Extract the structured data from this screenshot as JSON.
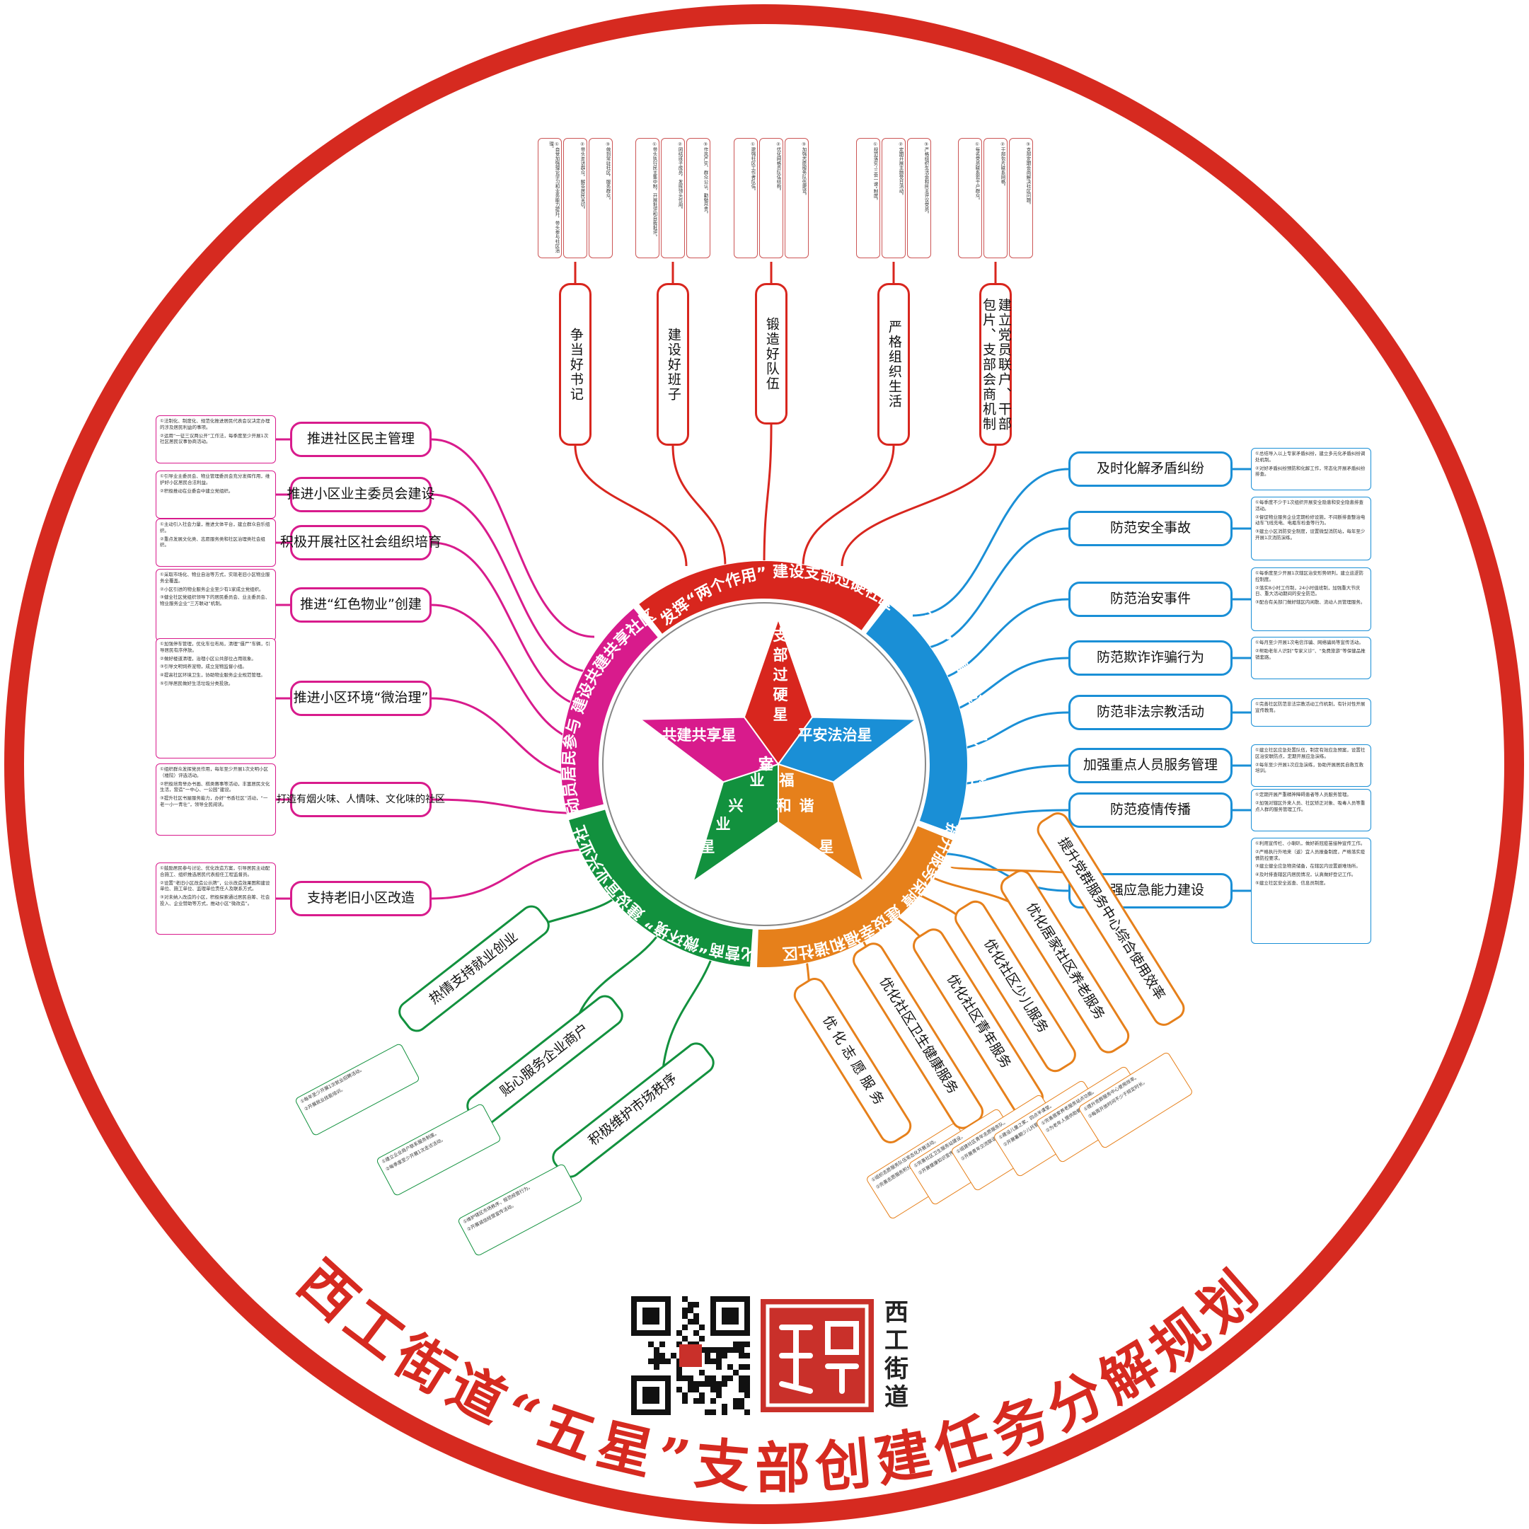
{
  "title": "西工街道“五星”支部创建任务分解规划",
  "colors": {
    "ring": "#d62a20",
    "red": "#d8261e",
    "blue": "#1a8fd6",
    "orange": "#e6801b",
    "green": "#12913e",
    "magenta": "#d81b8c"
  },
  "stars": {
    "top": "支部过硬星",
    "right": "平安法治星",
    "bottom_right": "幸福和谐星",
    "bottom_left": "宜业兴业星",
    "left": "共建共享星"
  },
  "branches": {
    "red": {
      "label": "发挥“两个作用”  建设支部过硬社区",
      "leaves": [
        "争当好书记",
        "建设好班子",
        "锻造好队伍",
        "严格组织生活",
        "建立党员联户、干部包片、支部会商机制"
      ]
    },
    "blue": {
      "label": "深化“三零”创建  建设平安法治社区",
      "leaves": [
        "及时化解矛盾纠纷",
        "防范安全事故",
        "防范治安事件",
        "防范欺诈诈骗行为",
        "防范非法宗教活动",
        "加强重点人员服务管理",
        "防范疫情传播",
        "加强应急能力建设"
      ]
    },
    "orange": {
      "label": "提升服务保障  建设幸福和谐社区",
      "leaves": [
        "优 化 志 愿 服 务",
        "优化社区卫生健康服务",
        "优化社区青年服务",
        "优化社区少儿服务",
        "优化居家社区养老服务",
        "提升党群服务中心综合使用效率"
      ]
    },
    "green": {
      "label": "优化营商“微环境”  建设宜业兴业社区",
      "leaves": [
        "热情支持就业创业",
        "贴心服务企业商户",
        "积极维护市场秩序"
      ]
    },
    "magenta": {
      "label": "动员居民参与  建设共建共享社区",
      "leaves": [
        "推进社区民主管理",
        "推进小区业主委员会建设",
        "积极开展社区社会组织培育",
        "推进“红色物业”创建",
        "推进小区环境“微治理”",
        "打造有烟火味、人情味、文化味的社区",
        "支持老旧小区改造"
      ]
    }
  },
  "notes": {
    "blue": [
      [
        "①总结导入以上专家矛盾纠纷，建立多元化矛盾纠纷调处机制。",
        "②对好矛盾纠纷预防和化解工作，常态化开展矛盾纠纷排查。"
      ],
      [
        "①每季度不少于1次组织开展安全隐患和安全隐患排查活动。",
        "②督促物业服务企业定期检修设施，不间断排查整治电动车飞线充电、电瓶车检查等行为。",
        "③建立小区消防安全制度，设置微型消防站，每年至少开展1次消防演练。"
      ],
      [
        "①每季度至少开展1次辖区治安形势研判，建立巡逻防控制度。",
        "②落实8小时工作制，24小时值班制，加强重大节庆日、重大活动期间的安全防范。",
        "③配合有关部门做好辖区内闲散、流动人员管理服务。"
      ],
      [
        "①每月至少开展1次电信诈骗、网络骗局等宣传活动。",
        "②帮助老年人识别“专家义诊”、“免费旅游”等保健品推销套路。"
      ],
      [
        "①完善社区防范非法宗教活动工作机制，有针对性开展宣传教育。"
      ],
      [
        "①建立社区应急处置队伍，制定有效应急预案，设置社区治安联防点，定期开展应急演练。",
        "②每年至少开展1次应急演练，协助开展居民自救互救培训。"
      ],
      [
        "①定期开展严重精神障碍患者等人员服务管理。",
        "②加强对辖区外来人员、社区矫正对象、吸毒人员等重点人群的服务管理工作。"
      ],
      [
        "①利用宣传栏、小喇叭，做好新冠疫苗接种宣传工作。",
        "②严格执行外地来（返）宜人员报备制度，严格落实疫情防控要求。",
        "③建立健全应急物资储备，在辖区内设置避难场所。",
        "④及时排查辖区内居民情况，认真做好登记工作。",
        "⑤建立社区安全巡查、信息员制度。"
      ]
    ],
    "magenta": [
      [
        "①法制化、制度化、规范化推进居民代表会议决定办理的涉及居民利益的事项。",
        "②运用“一征三议两公开”工作法，每季度至少开展1次社区居民议事协商活动。"
      ],
      [
        "①引导业主委员会、物业管理委员会充分发挥作用，维护好小区居民合法利益。",
        "②积极推动在业委会中建立党组织。"
      ],
      [
        "①主动引入社会力量，推进文体平台，建立群众自乐组织。",
        "②重点发展文化类、志愿服务类和社区治理类社会组织。"
      ],
      [
        "①采取市场化、物业自治等方式，实现老旧小区物业服务全覆盖。",
        "②小区引进的物业服务企业至少有1家成立党组织。",
        "③健全社区党组织领导下的居民委员会、业主委员会、物业服务企业“三方联动”机制。"
      ],
      [
        "①加强停车管理，优化车位布局，清理“僵尸”车辆，引导居民有序停放。",
        "②做好楼道清理，治理小区公共部位占用现象。",
        "③引导文明饲养宠物，成立宠物监督小组。",
        "④提高社区环境卫生，协助物业服务企业规范管理。",
        "⑤引导居民做好生活垃圾分类投放。"
      ],
      [
        "①组织群众发挥党员作用，每年至少开展1次文明小区（楼院）评选活动。",
        "②积极培育举办书画、棋类赛事等活动，丰富居民文化生活，营造“一中心、一公园”建设。",
        "③提升社区书屋服务能力，办好“书香社区”活动，“一老一小一青壮”，领导全民阅读。"
      ],
      [
        "①鼓励居民参与讨论、优化改造方案，引导居民主动配合施工、组织推选居民代表担任工程监督员。",
        "②设置“老旧小区改造公示牌”，公示改造效果图和建设单位、施工单位、监理单位责任人及联系方式。",
        "③对未纳入改造的小区，积极探索通过居民自筹、社会投入、企业赞助等方式，推动小区“微改造”。"
      ]
    ],
    "red": [
      [
        "①自觉加强理论学习和业务能力提升，带头参与社区治理。",
        "②带头走访群众，解答居民关切。",
        "③做到常驻社区，服务群众。"
      ],
      [
        "①带头执行民主集中制，开展批评和自我批评。",
        "②团结班子成员，发挥领头作用。",
        "③作风严实、群众公认、勤勉尽责。"
      ],
      [
        "①建强社区工作者队伍。",
        "②优化网格员队伍结构。",
        "③加强志愿服务队伍建设。"
      ],
      [
        "①规范落实“三会一课”制度。",
        "②定期开展主题党日活动。",
        "③严格组织生活会和民主评议党员。"
      ],
      [
        "①每名党员联系若干户群众。",
        "②干部包片联系网格。",
        "③支部定期会商解决社区问题。"
      ]
    ],
    "orange": [
      [
        "①组织志愿服务队伍常态化开展活动。",
        "②完善志愿服务积分激励机制。"
      ],
      [
        "①完善社区卫生服务站建设。",
        "②开展健康知识宣传和义诊活动。"
      ],
      [
        "①组建社区青年志愿服务队。",
        "②开展青年交流联谊活动。"
      ],
      [
        "①建设儿童之家、四点半课堂。",
        "②开展暑期少儿托管活动。"
      ],
      [
        "①完善居家养老服务站点功能。",
        "②为老年人提供助餐、助浴、助医服务。"
      ],
      [
        "①提升党群服务中心使用效率。",
        "②每周开放时间不少于规定时长。"
      ]
    ],
    "green": [
      [
        "①每年至少开展1次就业招聘活动。",
        "②开展就业技能培训。"
      ],
      [
        "①建立企业商户联系服务制度。",
        "②每季度至少开展1次走访活动。"
      ],
      [
        "①维护辖区市场秩序，规范经营行为。",
        "②开展诚信经营宣传活动。"
      ]
    ]
  }
}
